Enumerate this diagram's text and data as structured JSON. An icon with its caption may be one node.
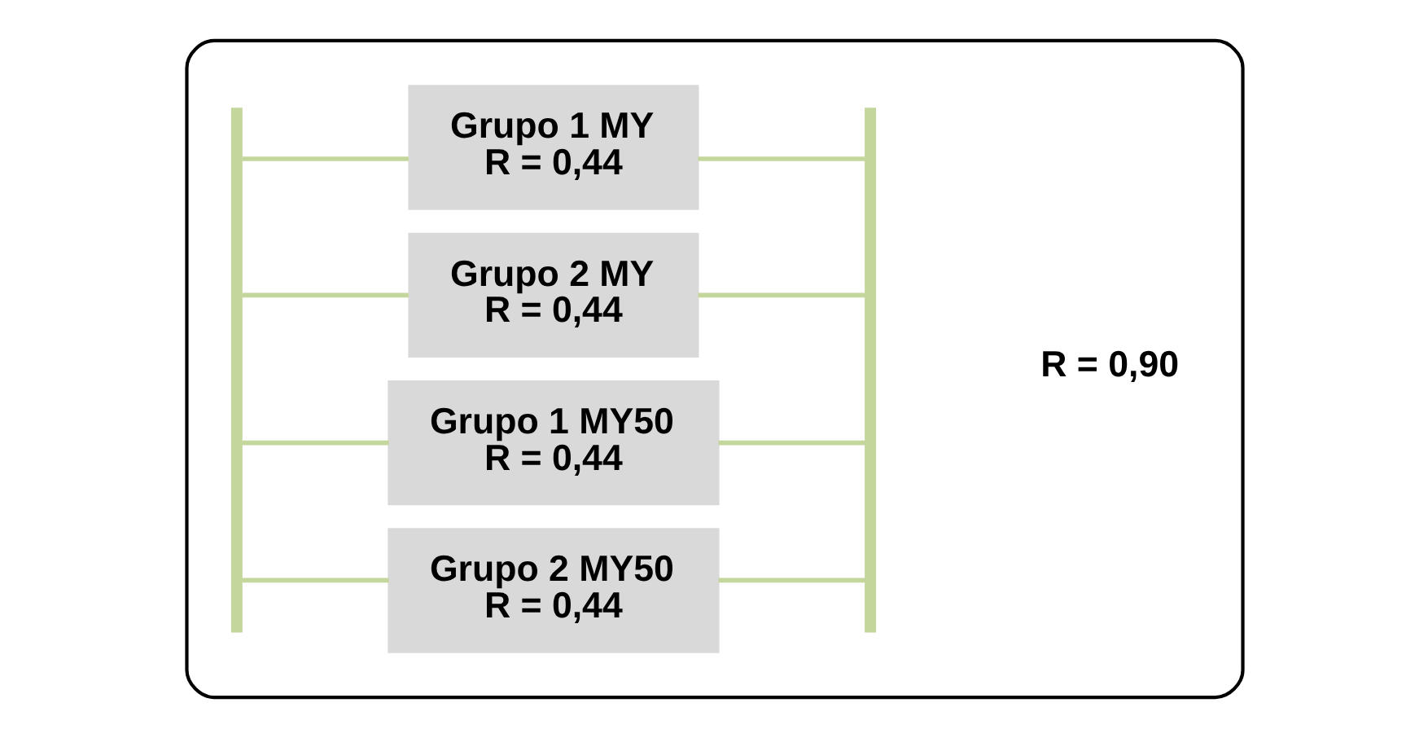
{
  "diagram": {
    "nodes": [
      {
        "text": [],
        "shape": "box"
      },
      {
        "text": [],
        "shape": "bar",
        "in": 0
      },
      {
        "text": [
          "Grupo 1 MY",
          "R = 0,44"
        ],
        "in": 0
      },
      {
        "text": [
          "Grupo 2 MY",
          "R = 0,44"
        ],
        "in": 0
      },
      {
        "text": [
          "Grupo 1 MY50",
          "R = 0,44"
        ],
        "in": 0
      },
      {
        "text": [
          "Grupo 2 MY50",
          "R = 0,44"
        ],
        "in": 0
      },
      {
        "text": [],
        "shape": "bar",
        "in": 0
      }
    ],
    "edges": [
      {
        "from": 1,
        "to": 2,
        "arrow": "none",
        "color": "#c3d69b"
      },
      {
        "from": 1,
        "to": 3,
        "arrow": "none",
        "color": "#c3d69b"
      },
      {
        "from": 1,
        "to": 4,
        "arrow": "none",
        "color": "#c3d69b"
      },
      {
        "from": 1,
        "to": 5,
        "arrow": "none",
        "color": "#c3d69b"
      },
      {
        "from": 2,
        "to": 6,
        "arrow": "none",
        "color": "#c3d69b"
      },
      {
        "from": 3,
        "to": 6,
        "arrow": "none",
        "color": "#c3d69b"
      },
      {
        "from": 4,
        "to": 6,
        "arrow": "none",
        "color": "#c3d69b"
      },
      {
        "from": 5,
        "to": 6,
        "arrow": "none",
        "color": "#c3d69b"
      }
    ],
    "labels": [
      "R = 0,90"
    ]
  }
}
